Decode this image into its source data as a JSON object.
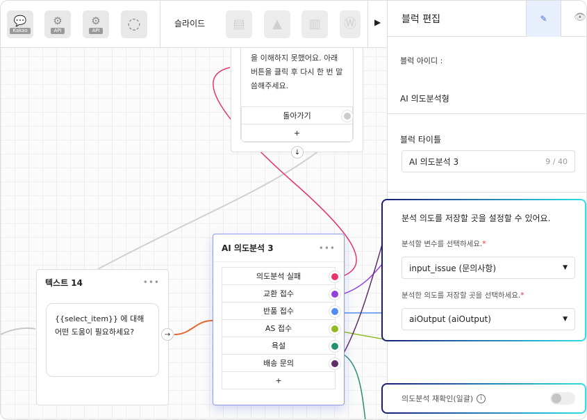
{
  "toolbar": {
    "items": [
      {
        "icon": "kakao-icon",
        "label": "Kakao"
      },
      {
        "icon": "api-gear-icon",
        "label": "API"
      },
      {
        "icon": "api-gear-icon",
        "label": "API"
      },
      {
        "icon": "ai-chat-icon",
        "label": ""
      }
    ],
    "slide_label": "슬라이드",
    "slide_items": [
      "slide-text-icon",
      "slide-image-icon",
      "slide-card-icon",
      "slide-wiki-icon"
    ],
    "next_icon": "triangle-right-icon"
  },
  "nodes": {
    "message": {
      "text_lines": [
        "을 이해하지 못했어요. 아래",
        "버튼을 클릭 후 다시 한 번 말",
        "씀해주세요."
      ],
      "button": "돌아가기",
      "add": "+"
    },
    "text14": {
      "title": "텍스트 14",
      "more": "•••",
      "text": "{{select_item}} 에 대해 어떤 도움이 필요하세요?"
    },
    "ai": {
      "title": "AI 의도분석 3",
      "more": "•••",
      "add": "+",
      "rows": [
        {
          "label": "의도분석 실패",
          "color": "#e8336b"
        },
        {
          "label": "교환 접수",
          "color": "#9340e0"
        },
        {
          "label": "반품 접수",
          "color": "#4f8ef0"
        },
        {
          "label": "AS 접수",
          "color": "#8fba22"
        },
        {
          "label": "욕설",
          "color": "#23906f"
        },
        {
          "label": "배송 문의",
          "color": "#5f2d68"
        }
      ]
    }
  },
  "sidebar": {
    "title": "블럭 편집",
    "block_id_label": "블럭 아이디 :",
    "block_type": "AI 의도분석형",
    "block_title_label": "블럭 타이틀",
    "block_title_value": "AI 의도분석 3",
    "block_title_count": "9 / 40",
    "intent_heading": "분석 의도를 저장할 곳을 설정할 수 있어요.",
    "var_label": "분석할 변수를 선택하세요.",
    "var_value": "input_issue (문의사항)",
    "save_label": "분석한 의도를 저장할 곳을 선택하세요.",
    "save_value": "aiOutput (aiOutput)",
    "required": "*",
    "recheck_label": "의도분석 재확인(일괄)",
    "recheck_on": false
  }
}
